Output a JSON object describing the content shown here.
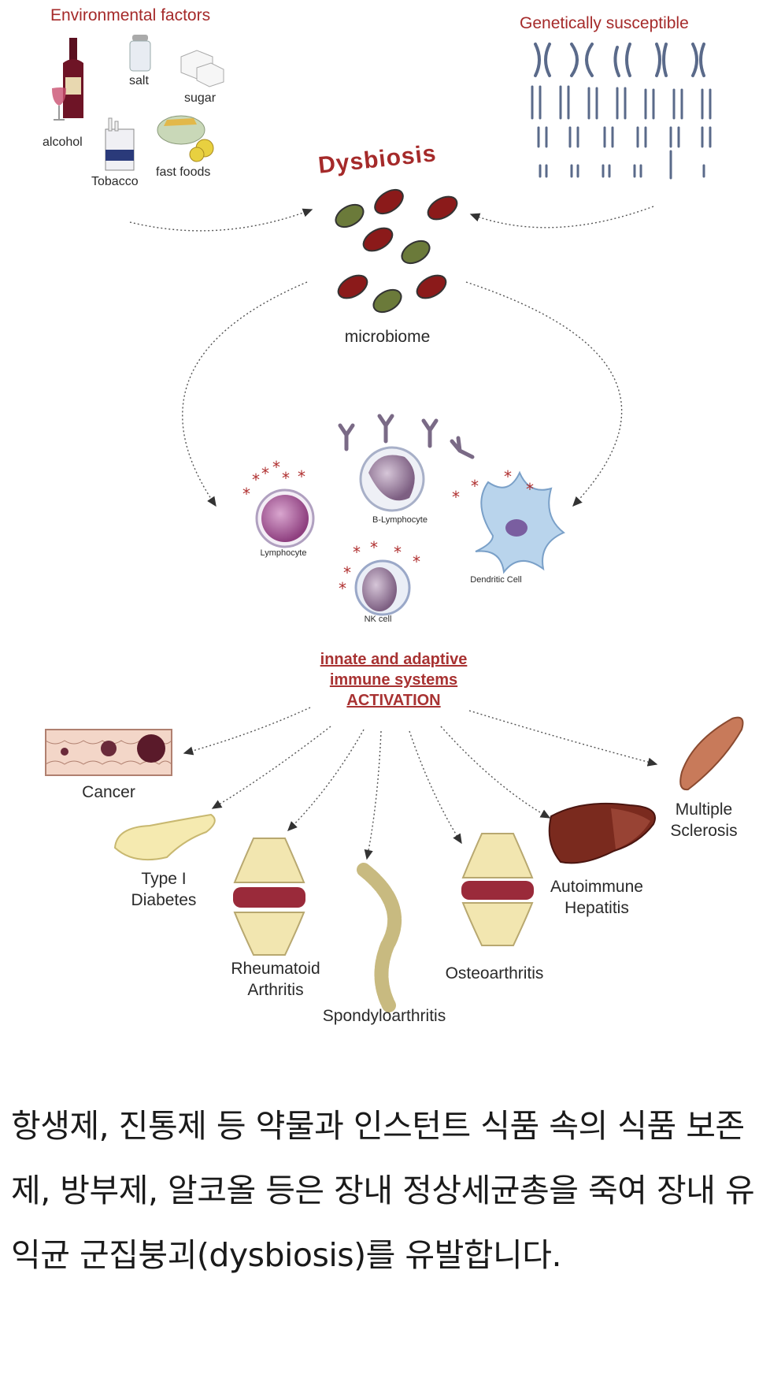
{
  "figure": {
    "env_title": "Environmental factors",
    "env_items": {
      "salt": "salt",
      "sugar": "sugar",
      "alcohol": "alcohol",
      "tobacco": "Tobacco",
      "fast_foods": "fast foods"
    },
    "genetic_title": "Genetically susceptible",
    "dysbiosis": "Dysbiosis",
    "microbiome": "microbiome",
    "cells": {
      "lymphocyte": "Lymphocyte",
      "b_lymphocyte": "B-Lymphocyte",
      "nk_cell": "NK cell",
      "dendritic": "Dendritic Cell"
    },
    "activation": {
      "line1": "innate and adaptive",
      "line2": "immune systems",
      "line3": "ACTIVATION"
    },
    "diseases": {
      "cancer": "Cancer",
      "type1_line1": "Type I",
      "type1_line2": "Diabetes",
      "ra_line1": "Rheumatoid",
      "ra_line2": "Arthritis",
      "spondylo": "Spondyloarthritis",
      "osteo": "Osteoarthritis",
      "hep_line1": "Autoimmune",
      "hep_line2": "Hepatitis",
      "ms_line1": "Multiple",
      "ms_line2": "Sclerosis"
    },
    "colors": {
      "accent_red": "#a83232",
      "bacteria_red": "#8b1a1a",
      "bacteria_green": "#6b7a3a",
      "cell_purple": "#9b5a8e",
      "bone_yellow": "#f2e6b0",
      "liver_brown": "#7a2a1e"
    }
  },
  "caption": "항생제, 진통제 등 약물과 인스턴트 식품 속의 식품 보존제, 방부제, 알코올 등은 장내 정상세균총을 죽여 장내 유익균 군집붕괴(dysbiosis)를 유발합니다."
}
